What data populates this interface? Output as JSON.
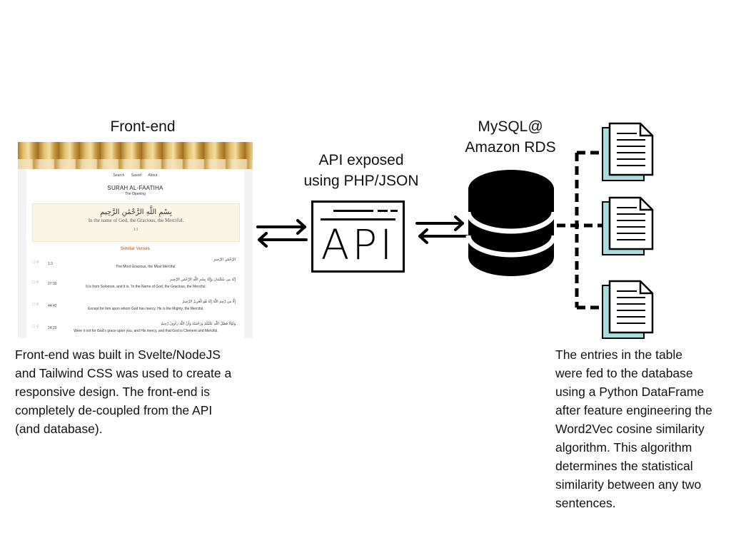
{
  "frontend": {
    "title": "Front-end",
    "description_lines": [
      "Front-end was built in Svelte/NodeJS",
      "and Tailwind CSS was used to create a",
      "responsive design. The front-end is",
      "completely de-coupled from the API",
      "(and database)."
    ],
    "screenshot": {
      "nav": [
        "Search",
        "Saved",
        "About"
      ],
      "surah_title": "SURAH AL-FAATIHA",
      "surah_subtitle": "The Opening",
      "bismillah_ar": "بِسْمِ اللَّهِ الرَّحْمَٰنِ الرَّحِيمِ",
      "bismillah_en": "In the name of God, the Gracious, the Merciful.",
      "bismillah_ref": "1:1",
      "similar_header": "Similar Verses",
      "verses": [
        {
          "ref": "1:3",
          "ar": "الرَّحْمَٰنِ الرَّحِيمِ",
          "en": "The Most Gracious, the Most Merciful."
        },
        {
          "ref": "27:30",
          "ar": "إِنَّهُ مِن سُلَيْمَانَ وَإِنَّهُ بِسْمِ اللَّهِ الرَّحْمَٰنِ الرَّحِيمِ",
          "en": "It is from Solomon, and it is, 'In the Name of God, the Gracious, the Merciful."
        },
        {
          "ref": "44:42",
          "ar": "إِلَّا مَن رَّحِمَ اللَّهُ إِنَّهُ هُوَ الْعَزِيزُ الرَّحِيمُ",
          "en": "Except for him upon whom God has mercy. He is the Mighty, the Merciful."
        },
        {
          "ref": "24:20",
          "ar": "وَلَوْلَا فَضْلُ اللَّهِ عَلَيْكُمْ وَرَحْمَتُهُ وَأَنَّ اللَّهَ رَءُوفٌ رَّحِيمٌ",
          "en": "Were it not for God's grace upon you, and His mercy, and that God is Clement and Merciful."
        }
      ]
    }
  },
  "api": {
    "label_line1": "API exposed",
    "label_line2": "using PHP/JSON",
    "icon_text": "API"
  },
  "database": {
    "label_line1": "MySQL@",
    "label_line2": "Amazon RDS"
  },
  "entries": {
    "description_lines": [
      "The entries in the table",
      "were fed to the database",
      "using a Python DataFrame",
      "after feature engineering the",
      "Word2Vec cosine similarity",
      "algorithm. This algorithm",
      "determines the statistical",
      "similarity between any two",
      "sentences."
    ]
  },
  "colors": {
    "document_shadow": "#a9dcdd",
    "line": "#000000",
    "similar_header": "#e0782f"
  }
}
